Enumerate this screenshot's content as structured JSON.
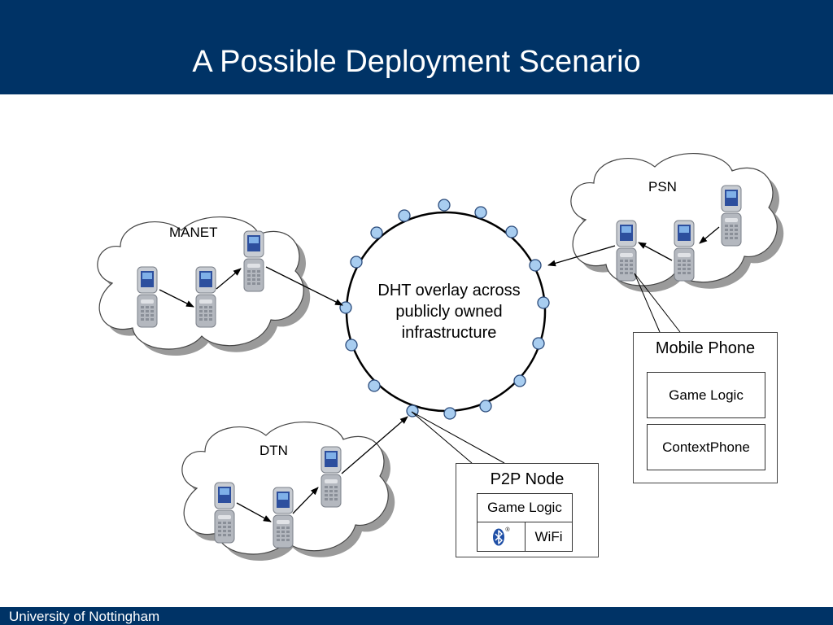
{
  "title": "A Possible Deployment Scenario",
  "footer": "University of Nottingham",
  "clouds": {
    "manet": "MANET",
    "psn": "PSN",
    "dtn": "DTN"
  },
  "dht": {
    "line1": "DHT overlay across",
    "line2": "publicly owned",
    "line3": "infrastructure"
  },
  "mobile_phone_box": {
    "title": "Mobile Phone",
    "game_logic": "Game Logic",
    "context_phone": "ContextPhone"
  },
  "p2p_node_box": {
    "title": "P2P Node",
    "game_logic": "Game Logic",
    "bluetooth_icon": "bluetooth-icon",
    "wifi": "WiFi"
  },
  "colors": {
    "title_bar": "#003366",
    "node_fill": "#a8cdf0",
    "node_stroke": "#2a4a7a"
  }
}
